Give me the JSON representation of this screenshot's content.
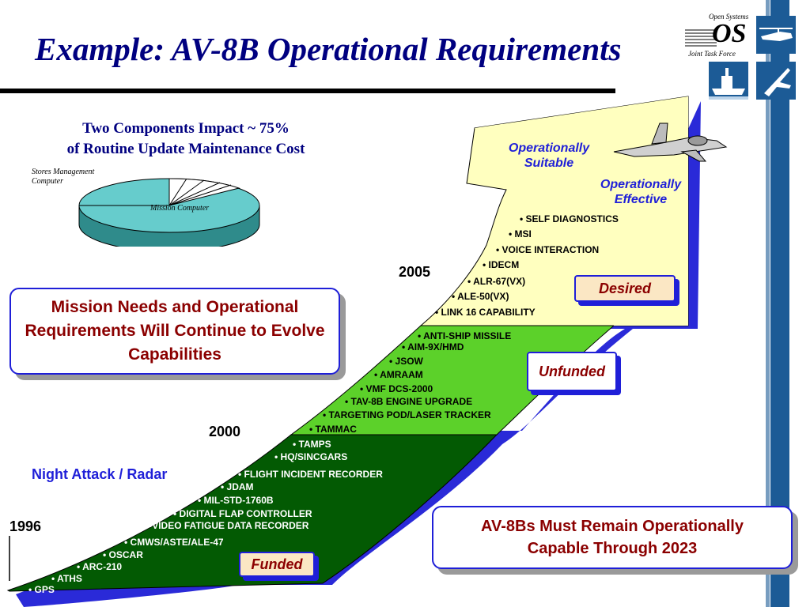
{
  "title": "Example: AV-8B Operational Requirements",
  "logo": {
    "top_text": "Open Systems",
    "mark": "OS",
    "bottom_text": "Joint Task Force"
  },
  "pie": {
    "title_line1": "Two Components Impact ~ 75%",
    "title_line2": "of Routine Update Maintenance Cost",
    "label_stores": "Stores Management Computer",
    "label_mission": "Mission Computer"
  },
  "mission_box": "Mission Needs and Operational Requirements Will Continue to Evolve Capabilities",
  "capable_box": "AV-8Bs Must Remain Operationally Capable Through 2023",
  "years": {
    "y1996": "1996",
    "y2000": "2000",
    "y2005": "2005"
  },
  "night_attack": "Night Attack / Radar",
  "op_suitable": "Operationally Suitable",
  "op_effective": "Operationally Effective",
  "tags": {
    "desired": "Desired",
    "unfunded": "Unfunded",
    "funded": "Funded"
  },
  "desired_items": [
    "• SELF DIAGNOSTICS",
    "• MSI",
    "• VOICE INTERACTION",
    "• IDECM",
    "• ALR-67(VX)",
    "• ALE-50(VX)",
    "• LINK 16 CAPABILITY"
  ],
  "unfunded_items": [
    "• ANTI-SHIP MISSILE",
    "• AIM-9X/HMD",
    "• JSOW",
    "• AMRAAM",
    "• VMF DCS-2000",
    "• TAV-8B ENGINE UPGRADE",
    "• TARGETING POD/LASER TRACKER",
    "• TAMMAC"
  ],
  "funded_items": [
    "• TAMPS",
    "• HQ/SINCGARS",
    "• FLIGHT INCIDENT RECORDER",
    "• JDAM",
    "• MIL-STD-1760B",
    "• DIGITAL FLAP CONTROLLER",
    "•VIDEO  FATIGUE DATA RECORDER",
    "• CMWS/ASTE/ALE-47",
    "• OSCAR",
    "• ARC-210",
    "• ATHS",
    "• GPS"
  ]
}
